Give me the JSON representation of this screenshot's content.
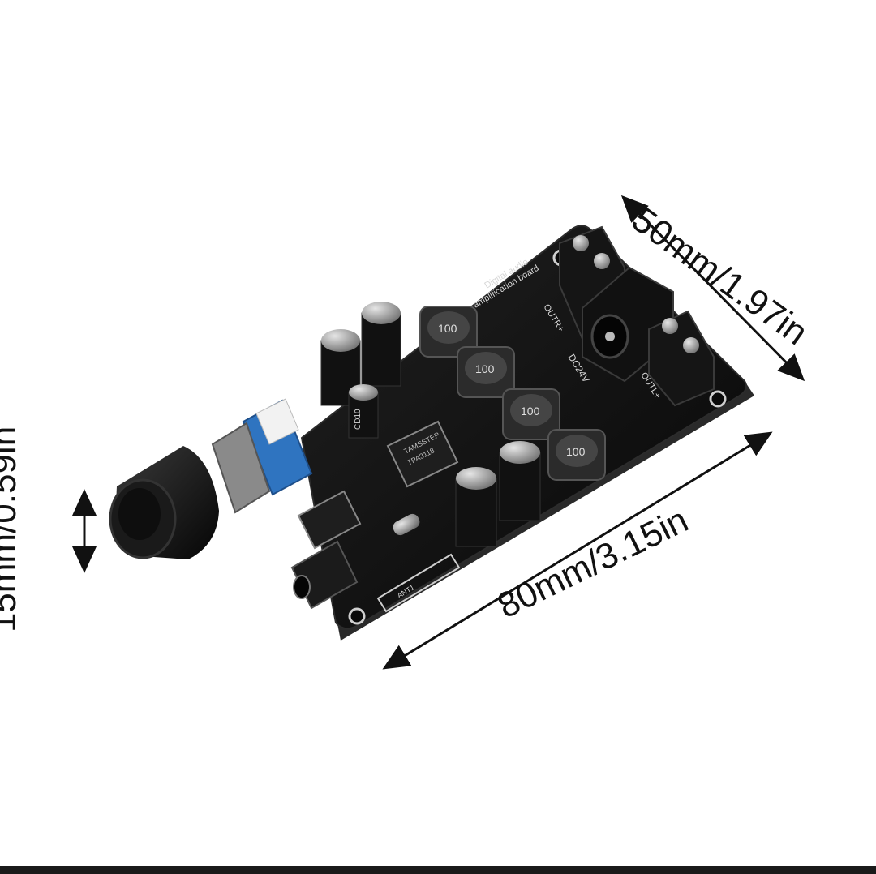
{
  "dimensions": {
    "width": "50mm/1.97in",
    "length": "80mm/3.15in",
    "height": "15mm/0.59in"
  },
  "board": {
    "title_line1": "Digital audio",
    "title_line2": "amplification board",
    "chip_line1": "TAMSSTEP",
    "chip_line2": "TPA3118",
    "inductor_label": "100",
    "power_label": "DC24V",
    "out_right_label": "OUTR+",
    "out_left_label": "OUTL+",
    "antenna_label": "ANT1",
    "cap_label": "CD10"
  },
  "colors": {
    "pcb": "#111111",
    "knob_body": "#1a1a1a",
    "potentiometer_blue": "#2f74c0",
    "silk": "#d8d8d8"
  }
}
